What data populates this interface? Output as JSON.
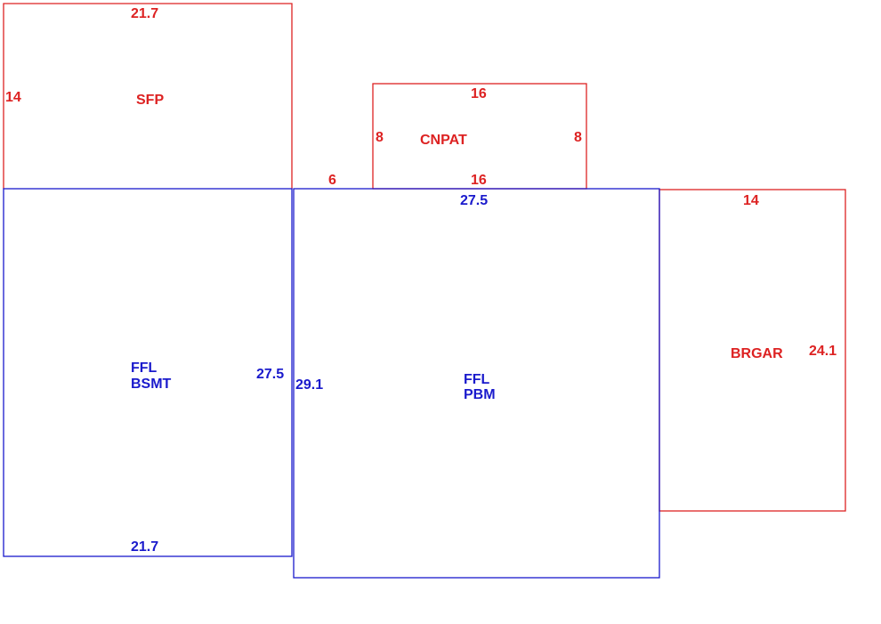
{
  "colors": {
    "red": "#dd2222",
    "blue": "#1a1acc"
  },
  "areas": {
    "sfp": {
      "name": "SFP",
      "top": "21.7",
      "side": "14"
    },
    "cnpat": {
      "name": "CNPAT",
      "top": "16",
      "left": "8",
      "right": "8",
      "bottom": "16",
      "offset": "6"
    },
    "brgar": {
      "name": "BRGAR",
      "top": "14",
      "side": "24.1"
    },
    "bsmt": {
      "name_line1": "FFL",
      "name_line2": "BSMT",
      "side": "27.5",
      "bottom": "21.7"
    },
    "pbm": {
      "name_line1": "FFL",
      "name_line2": "PBM",
      "top": "27.5",
      "side": "29.1"
    }
  }
}
